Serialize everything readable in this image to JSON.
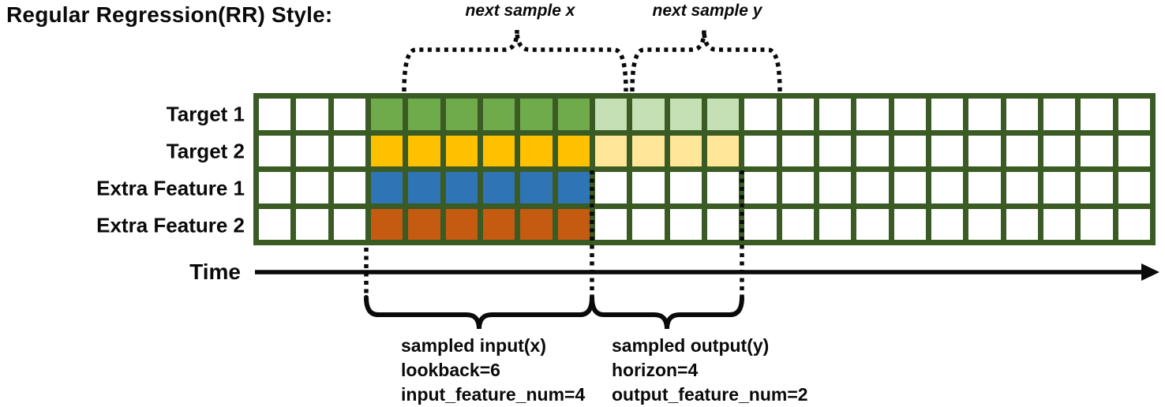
{
  "title": "Regular Regression(RR) Style:",
  "colors": {
    "grid_border": "#3B5B25",
    "empty": "#FFFFFF",
    "target1_input": "#6FAB4B",
    "target1_output": "#C5E0B4",
    "target2_input": "#FFC000",
    "target2_output": "#FFE699",
    "extra1_input": "#2F75B5",
    "extra2_input": "#C55A11",
    "ink": "#0a0a0a"
  },
  "grid": {
    "columns": 24,
    "input_start_col": 4,
    "rows": [
      {
        "label": "Target 1",
        "input_color": "#6FAB4B",
        "output_color": "#C5E0B4"
      },
      {
        "label": "Target 2",
        "input_color": "#FFC000",
        "output_color": "#FFE699"
      },
      {
        "label": "Extra Feature 1",
        "input_color": "#2F75B5",
        "output_color": null
      },
      {
        "label": "Extra Feature 2",
        "input_color": "#C55A11",
        "output_color": null
      }
    ]
  },
  "sample": {
    "lookback": 6,
    "horizon": 4,
    "input_feature_num": 4,
    "output_feature_num": 2
  },
  "annotations": {
    "next_sample_x": "next sample x",
    "next_sample_y": "next sample y",
    "input_lines": [
      "sampled input(x)",
      "lookback=6",
      "input_feature_num=4"
    ],
    "output_lines": [
      "sampled output(y)",
      "horizon=4",
      "output_feature_num=2"
    ]
  },
  "time_axis": {
    "label": "Time"
  }
}
